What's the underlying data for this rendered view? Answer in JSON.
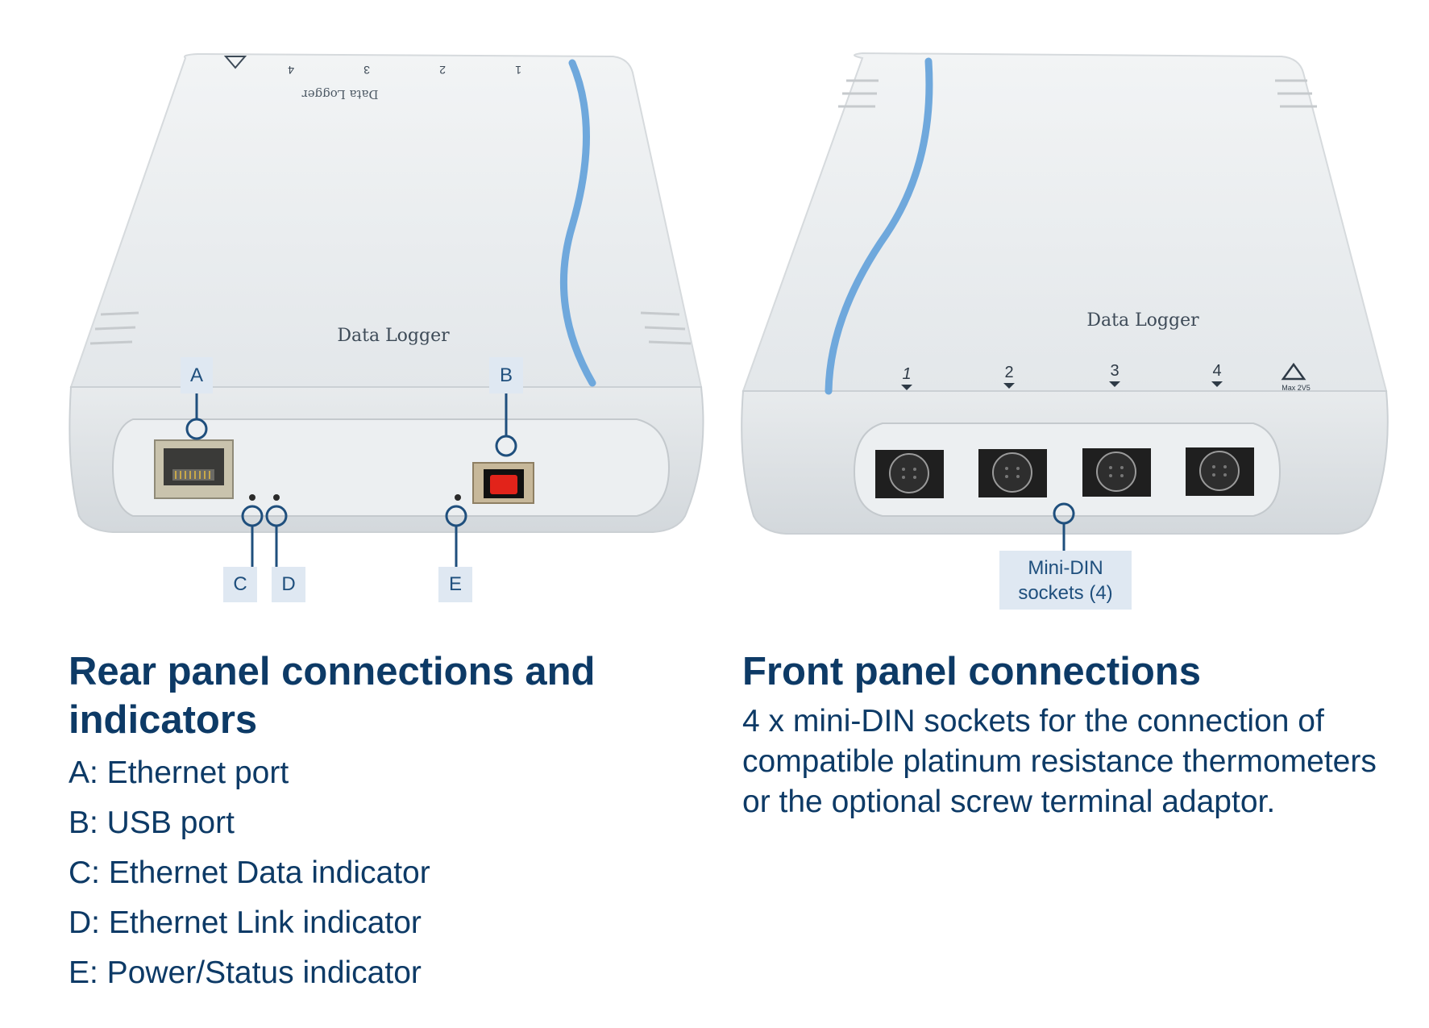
{
  "devices": {
    "rear": {
      "brand": "Data Logger",
      "top_edge_marks": [
        "1",
        "2",
        "3",
        "4"
      ],
      "callouts": {
        "a": "A",
        "b": "B",
        "c": "C",
        "d": "D",
        "e": "E"
      }
    },
    "front": {
      "brand": "Data Logger",
      "channels": [
        "1",
        "2",
        "3",
        "4"
      ],
      "warning_text": "Max 2V5",
      "callout_line1": "Mini-DIN",
      "callout_line2": "sockets (4)"
    }
  },
  "rear_section": {
    "title_line1": "Rear panel connections and",
    "title_line2": "indicators",
    "items": [
      "A: Ethernet port",
      "B: USB port",
      "C: Ethernet Data indicator",
      "D: Ethernet Link indicator",
      "E: Power/Status indicator"
    ]
  },
  "front_section": {
    "title": "Front panel connections",
    "description": "4 x mini-DIN sockets for the connection of compatible platinum resistance thermometers or the optional screw terminal adaptor."
  },
  "colors": {
    "heading": "#0d3a66",
    "callout_line": "#1f4f7d",
    "callout_box": "#dfe8f2",
    "device_body": "#e9ecee",
    "accent_stripe": "#6fa8dc",
    "usb_port": "#e2231a"
  }
}
